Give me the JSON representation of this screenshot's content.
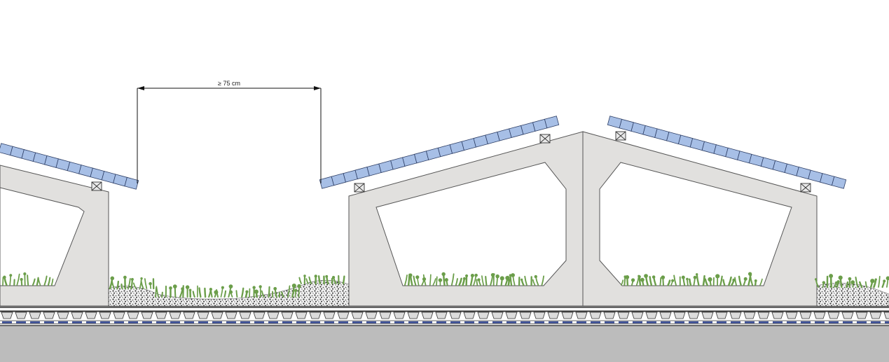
{
  "diagram": {
    "dimension_label": "≥ 75 cm",
    "colors": {
      "panel_fill": "#a7bfe6",
      "panel_stroke": "#2e3f66",
      "concrete_fill": "#e1e0de",
      "concrete_stroke": "#555555",
      "greenery": "#6b9e4a",
      "gravel": "#3a3a3a",
      "drainage_blue": "#2b3f8a",
      "roof_slab": "#bcbcbc"
    },
    "components": [
      "solar-panel",
      "concrete-frame",
      "extensive-greenery",
      "gravel-layer",
      "drainage-layer",
      "roof-slab"
    ]
  }
}
